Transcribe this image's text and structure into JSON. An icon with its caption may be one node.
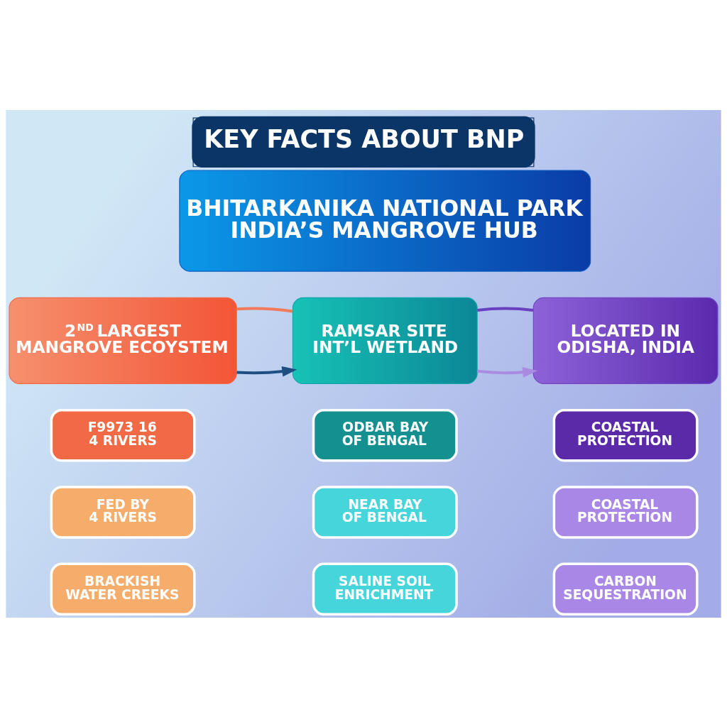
{
  "diagram": {
    "title": "KEY FACTS ABOUT BNP",
    "nodes": [
      {
        "text": [
          "BHITARKANIKA NATIONAL PARK",
          "INDIA’S MANGROVE HUB"
        ]
      },
      {
        "text": [
          "2$^{ND}$ LARGEST MANGROVE ECOYSTEM"
        ]
      },
      {
        "text": [
          "RAMSAR SITE INT’L WETLAND"
        ]
      },
      {
        "text": [
          "LOCATED IN ODISHA, INDIA"
        ]
      },
      {
        "text": [
          "F9973 16 4 RIVERS"
        ]
      },
      {
        "text": [
          "ODBAR BAY OF BENGAL"
        ]
      },
      {
        "text": [
          "COASTAL PROTECTION"
        ]
      },
      {
        "text": [
          "FED BY 4 RIVERS"
        ]
      },
      {
        "text": [
          "NEAR BAY OF BENGAL"
        ]
      },
      {
        "text": [
          "COASTAL PROTECTION"
        ]
      },
      {
        "text": [
          "BRACKISH WATER CREEKS"
        ]
      },
      {
        "text": [
          "SALINE SOIL ENRICHMENT"
        ]
      },
      {
        "text": [
          "CARBON SEQUESTRATION"
        ]
      }
    ],
    "edges": [
      {
        "from": 1,
        "to": 2,
        "arrow": "to",
        "color": "#1f4f82"
      },
      {
        "from": 2,
        "to": 3,
        "arrow": "to",
        "color": "#a98be0"
      },
      {
        "from": 1,
        "to": 2,
        "arrow": "none",
        "color": "#f07a5a"
      },
      {
        "from": 2,
        "to": 3,
        "arrow": "none",
        "color": "#6a3fc0"
      }
    ]
  }
}
